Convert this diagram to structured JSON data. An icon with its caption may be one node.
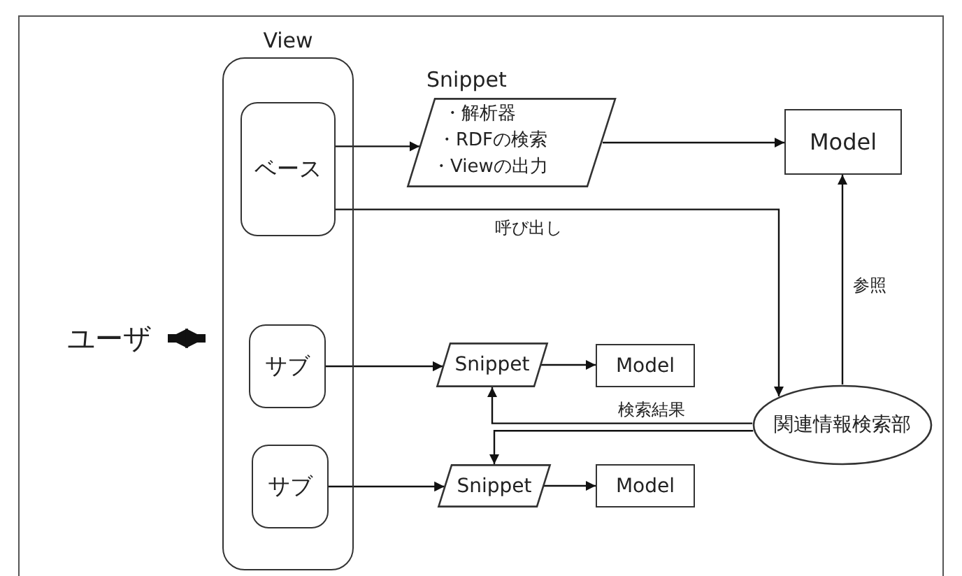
{
  "diagram": {
    "nodes": [
      {
        "text": [
          "ユーザ"
        ]
      },
      {
        "text": [
          "View"
        ]
      },
      {
        "text": [
          "ベース"
        ],
        "in": 1
      },
      {
        "text": [
          "サブ"
        ],
        "in": 1
      },
      {
        "text": [
          "サブ"
        ],
        "in": 1
      },
      {
        "text": [
          "Snippet",
          "・解析器",
          "・RDFの検索",
          "・Viewの出力"
        ]
      },
      {
        "text": [
          "Model"
        ]
      },
      {
        "text": [
          "関連情報検索部"
        ]
      },
      {
        "text": [
          "Snippet"
        ]
      },
      {
        "text": [
          "Model"
        ]
      },
      {
        "text": [
          "Snippet"
        ]
      },
      {
        "text": [
          "Model"
        ]
      }
    ],
    "edges": [
      {
        "from": 0,
        "to": 1,
        "arrow": "both",
        "style": "thick"
      },
      {
        "from": 2,
        "to": 5,
        "arrow": "to"
      },
      {
        "from": 5,
        "to": 6,
        "arrow": "to"
      },
      {
        "from": 2,
        "to": 7,
        "arrow": "to",
        "label": "呼び出し"
      },
      {
        "from": 7,
        "to": 6,
        "arrow": "to",
        "label": "参照"
      },
      {
        "from": 3,
        "to": 8,
        "arrow": "to"
      },
      {
        "from": 8,
        "to": 9,
        "arrow": "to"
      },
      {
        "from": 7,
        "to": 8,
        "arrow": "to",
        "label": "検索結果"
      },
      {
        "from": 7,
        "to": 10,
        "arrow": "to"
      },
      {
        "from": 4,
        "to": 10,
        "arrow": "to"
      },
      {
        "from": 10,
        "to": 11,
        "arrow": "to"
      }
    ]
  }
}
